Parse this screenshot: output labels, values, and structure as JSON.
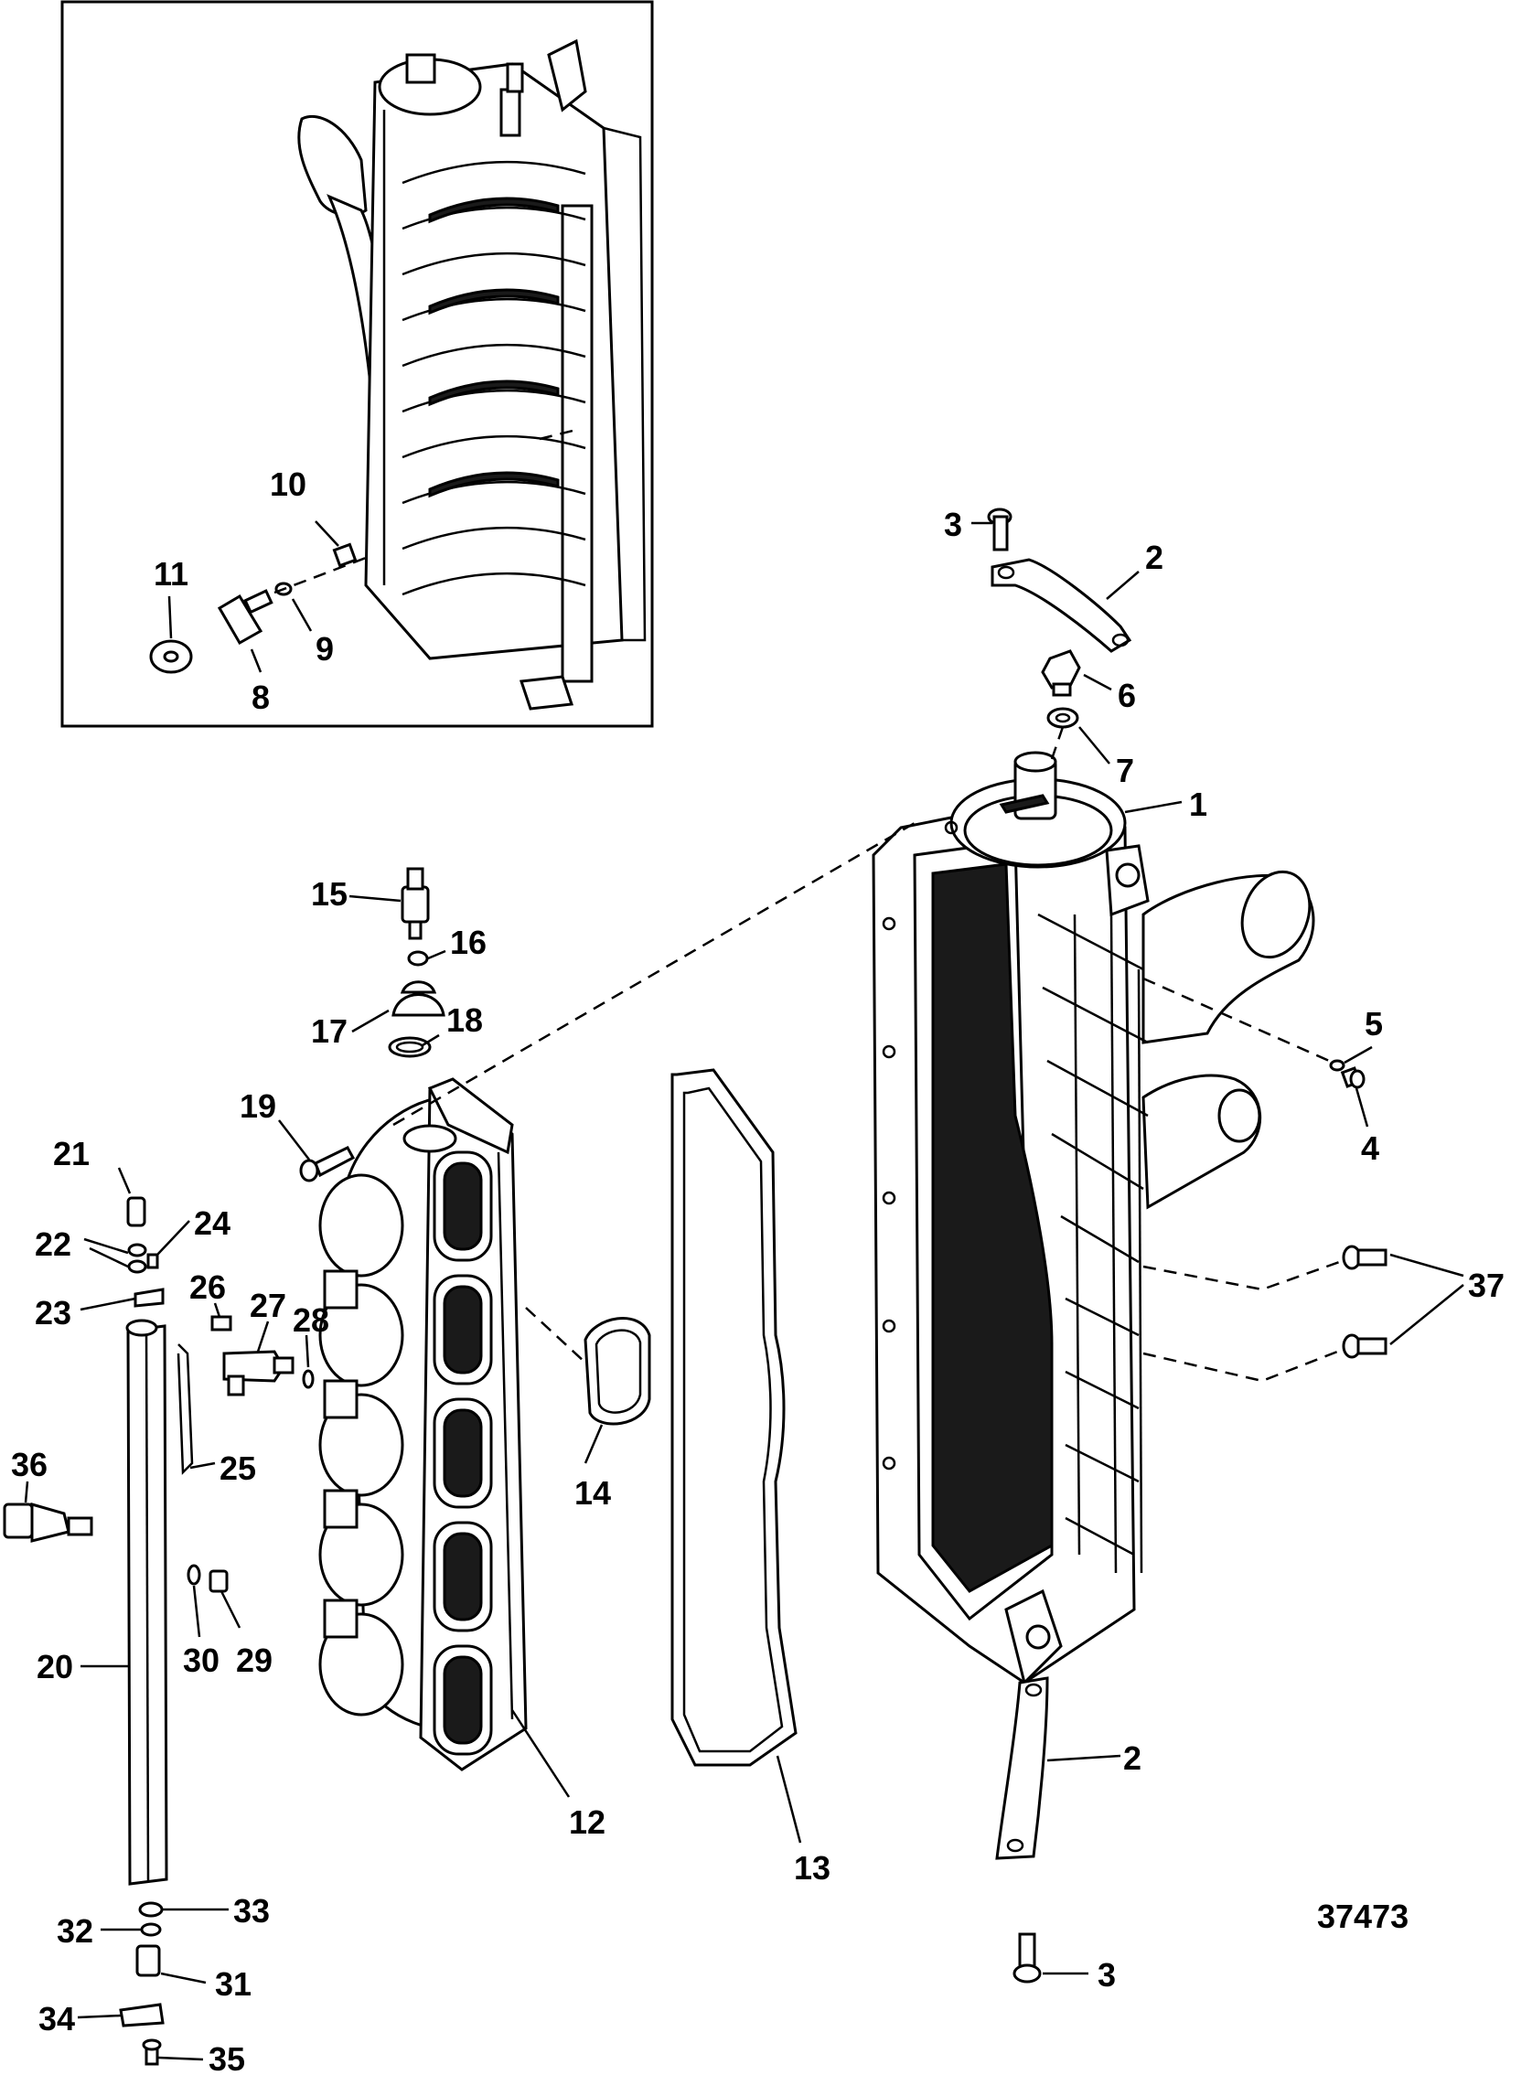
{
  "figure_number": "37473",
  "callouts": {
    "c1": "1",
    "c2a": "2",
    "c2b": "2",
    "c3a": "3",
    "c3b": "3",
    "c4": "4",
    "c5": "5",
    "c6": "6",
    "c7": "7",
    "c8": "8",
    "c9": "9",
    "c10": "10",
    "c11": "11",
    "c12": "12",
    "c13": "13",
    "c14": "14",
    "c15": "15",
    "c16": "16",
    "c17": "17",
    "c18": "18",
    "c19": "19",
    "c20": "20",
    "c21": "21",
    "c22": "22",
    "c23": "23",
    "c24": "24",
    "c25": "25",
    "c26": "26",
    "c27": "27",
    "c28": "28",
    "c29": "29",
    "c30": "30",
    "c31": "31",
    "c32": "32",
    "c33": "33",
    "c34": "34",
    "c35": "35",
    "c36": "36",
    "c37": "37"
  }
}
